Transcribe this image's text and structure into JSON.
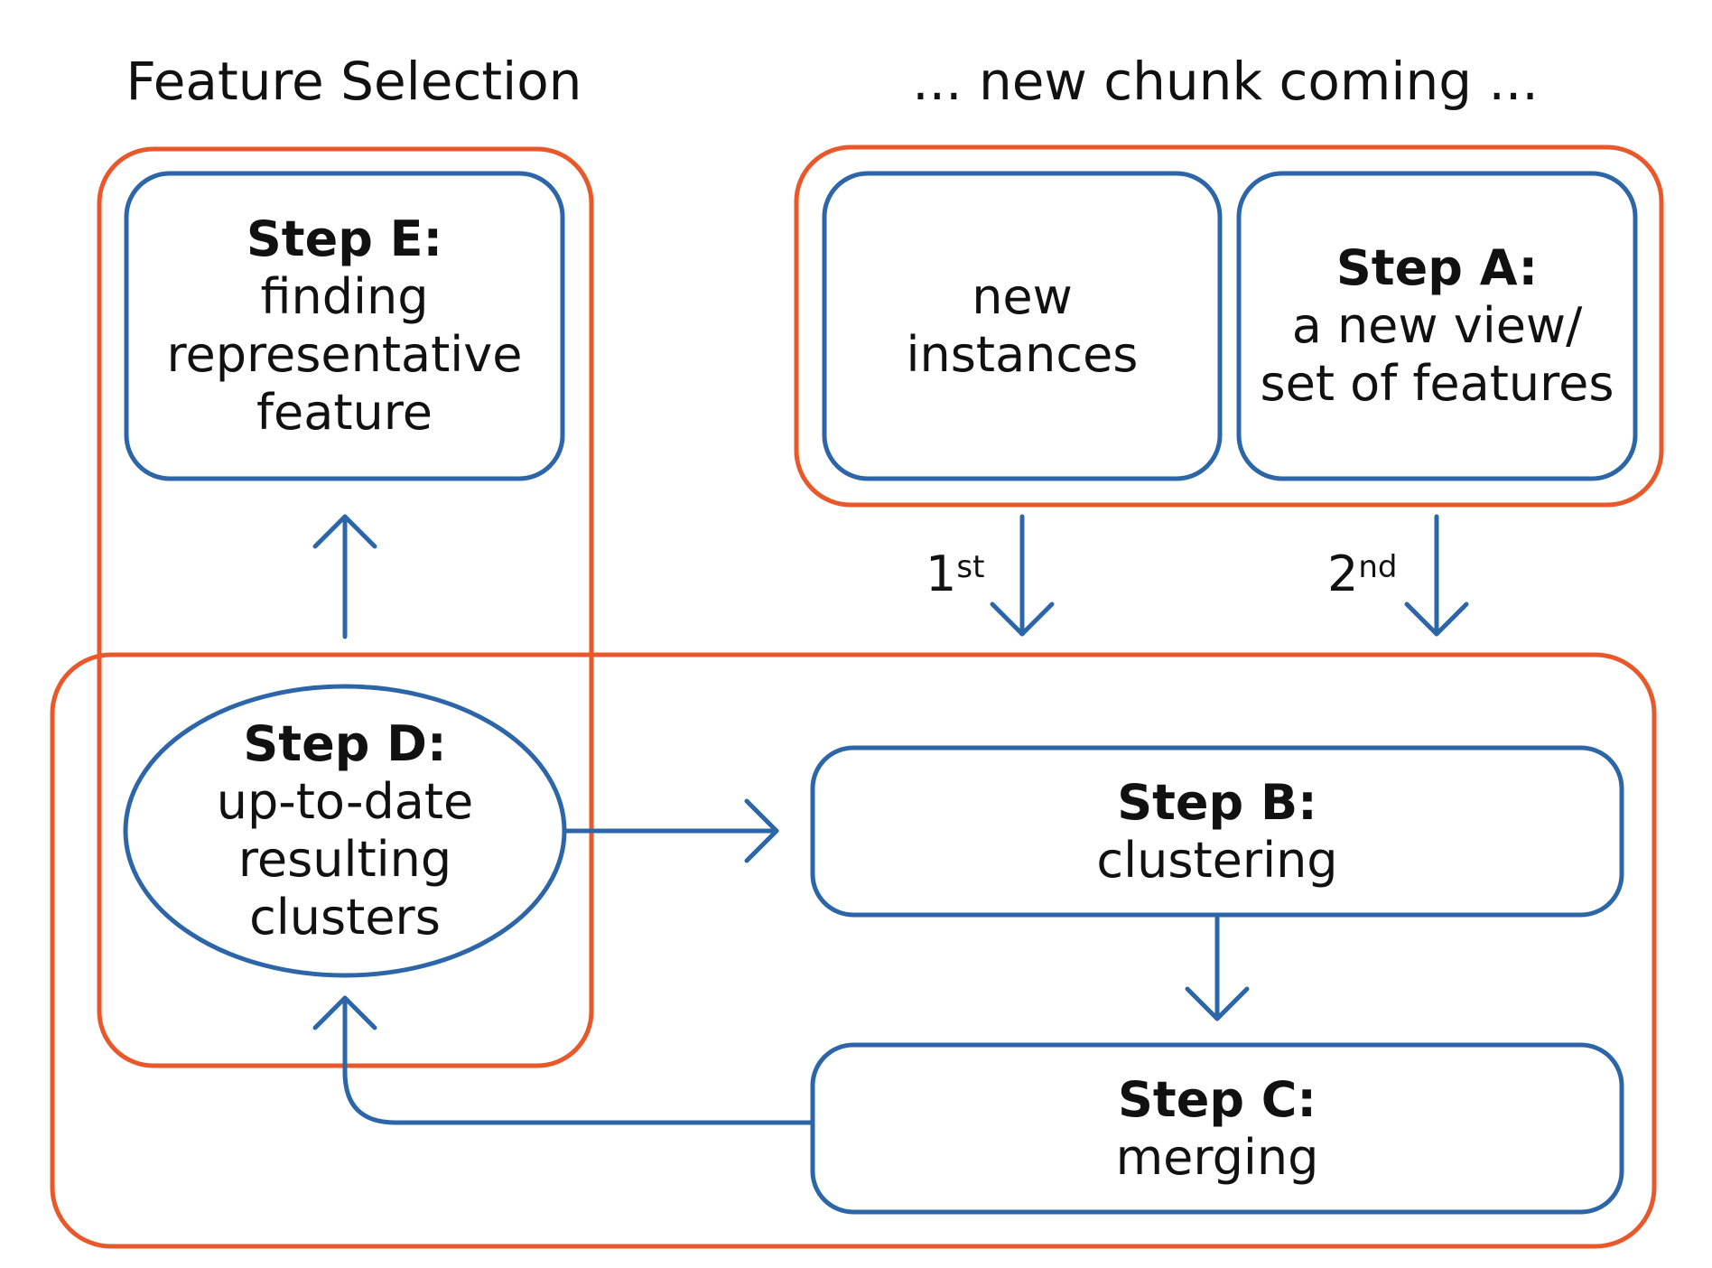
{
  "headings": {
    "left": "Feature Selection",
    "right": "... new chunk coming ..."
  },
  "colors": {
    "group_frame": "#e8582a",
    "node_stroke": "#2d66a8",
    "text": "#111111"
  },
  "nodes": {
    "step_e": {
      "title": "Step E:",
      "lines": [
        "finding",
        "representative",
        "feature"
      ]
    },
    "new_instances": {
      "title": "",
      "lines": [
        "new",
        "instances"
      ]
    },
    "step_a": {
      "title": "Step A:",
      "lines": [
        "a new view/",
        "set of features"
      ]
    },
    "step_d": {
      "title": "Step D:",
      "lines": [
        "up-to-date",
        "resulting",
        "clusters"
      ]
    },
    "step_b": {
      "title": "Step B:",
      "lines": [
        "clustering"
      ]
    },
    "step_c": {
      "title": "Step C:",
      "lines": [
        "merging"
      ]
    }
  },
  "edge_labels": {
    "first": {
      "base": "1",
      "sup": "st"
    },
    "second": {
      "base": "2",
      "sup": "nd"
    }
  }
}
